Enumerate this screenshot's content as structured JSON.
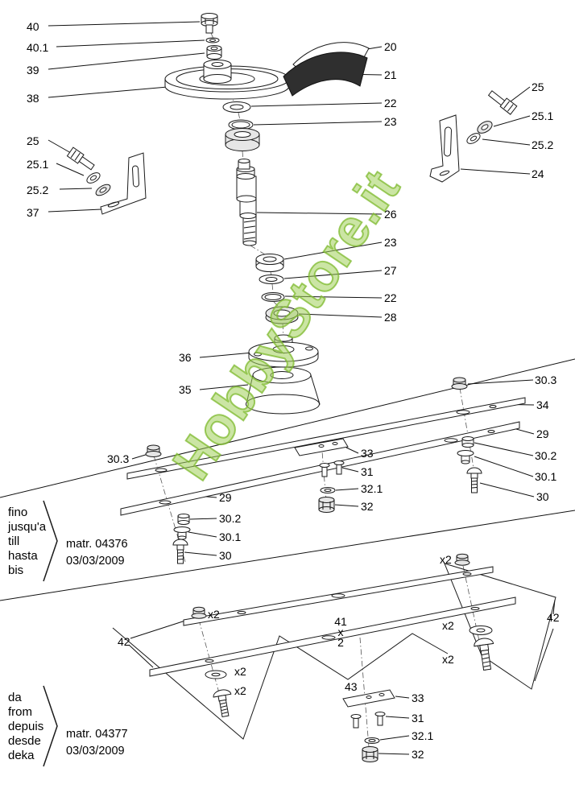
{
  "watermark": "HobbyStore.it",
  "callouts": {
    "n20": "20",
    "n21": "21",
    "n22": "22",
    "n23": "23",
    "n24": "24",
    "n25": "25",
    "n25_1": "25.1",
    "n25_2": "25.2",
    "n26": "26",
    "n27": "27",
    "n28": "28",
    "n29": "29",
    "n30": "30",
    "n30_1": "30.1",
    "n30_2": "30.2",
    "n30_3": "30.3",
    "n31": "31",
    "n32": "32",
    "n32_1": "32.1",
    "n33": "33",
    "n34": "34",
    "n35": "35",
    "n36": "36",
    "n37": "37",
    "n38": "38",
    "n39": "39",
    "n40": "40",
    "n40_1": "40.1",
    "n41_stack": "41\nx\n2",
    "n42": "42",
    "n43": "43",
    "x2": "x2"
  },
  "serial_top": {
    "lines": [
      "fino",
      "jusqu'a",
      "till",
      "hasta",
      "bis"
    ],
    "matr": "matr. 04376",
    "date": "03/03/2009"
  },
  "serial_bottom": {
    "lines": [
      "da",
      "from",
      "depuis",
      "desde",
      "deka"
    ],
    "matr": "matr. 04377",
    "date": "03/03/2009"
  }
}
